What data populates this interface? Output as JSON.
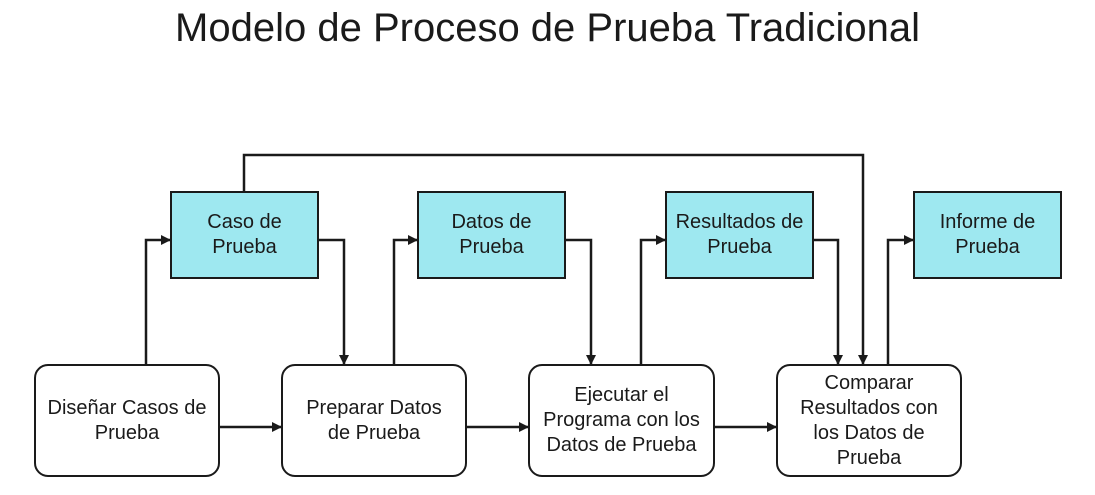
{
  "title": "Modelo de Proceso de Prueba Tradicional",
  "colors": {
    "artifact_fill": "#9ee8f0",
    "stroke": "#1a1a1a",
    "process_fill": "#ffffff"
  },
  "artifacts": [
    "Caso de\nPrueba",
    "Datos de\nPrueba",
    "Resultados de\nPrueba",
    "Informe de\nPrueba"
  ],
  "processes": [
    "Diseñar Casos de\nPrueba",
    "Preparar Datos\nde Prueba",
    "Ejecutar el\nPrograma con los\nDatos de Prueba",
    "Comparar\nResultados con\nlos Datos de\nPrueba"
  ]
}
